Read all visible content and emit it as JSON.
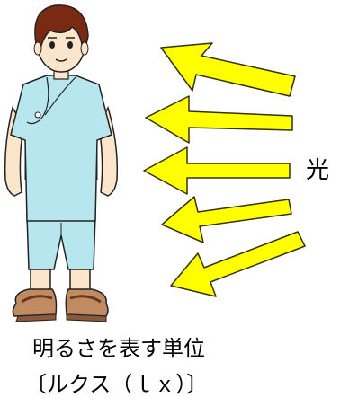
{
  "colors": {
    "arrow_fill": "#ffff00",
    "arrow_stroke": "#333300",
    "gown": "#b8e6ee",
    "hair": "#7a2a12",
    "skin": "#fbe6cc",
    "sandal": "#c08a62"
  },
  "figure": {
    "person_icon": "person-in-hospital-gown",
    "arrow_icon": "light-arrow",
    "arrow_count": 5
  },
  "label": {
    "light": "光"
  },
  "caption": {
    "line1": "明るさを表す単位",
    "line2": "〔ルクス（ｌｘ）〕"
  }
}
